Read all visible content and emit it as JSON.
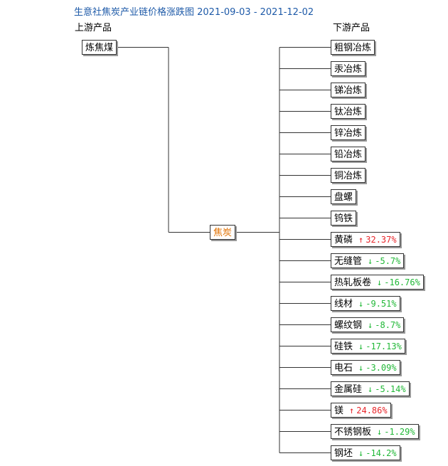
{
  "title": "生意社焦炭产业链价格涨跌图 2021-09-03 - 2021-12-02",
  "upstream_heading": "上游产品",
  "downstream_heading": "下游产品",
  "upstream": [
    {
      "name": "炼焦煤"
    }
  ],
  "center": {
    "name": "焦炭"
  },
  "downstream": [
    {
      "name": "粗钢冶炼"
    },
    {
      "name": "汞冶炼"
    },
    {
      "name": "锑冶炼"
    },
    {
      "name": "钛冶炼"
    },
    {
      "name": "锌冶炼"
    },
    {
      "name": "铅冶炼"
    },
    {
      "name": "铜冶炼"
    },
    {
      "name": "盘螺"
    },
    {
      "name": "钨铁"
    },
    {
      "name": "黄磷",
      "change": "32.37%",
      "direction": "up"
    },
    {
      "name": "无缝管",
      "change": "-5.7%",
      "direction": "down"
    },
    {
      "name": "热轧板卷",
      "change": "-16.76%",
      "direction": "down"
    },
    {
      "name": "线材",
      "change": "-9.51%",
      "direction": "down"
    },
    {
      "name": "螺纹钢",
      "change": "-8.7%",
      "direction": "down"
    },
    {
      "name": "硅铁",
      "change": "-17.13%",
      "direction": "down"
    },
    {
      "name": "电石",
      "change": "-3.09%",
      "direction": "down"
    },
    {
      "name": "金属硅",
      "change": "-5.14%",
      "direction": "down"
    },
    {
      "name": "镁",
      "change": "24.86%",
      "direction": "up"
    },
    {
      "name": "不锈钢板",
      "change": "-1.29%",
      "direction": "down"
    },
    {
      "name": "钢坯",
      "change": "-14.2%",
      "direction": "down"
    }
  ],
  "colors": {
    "up": "#e8262b",
    "down": "#21b837",
    "title": "#1e5aa8",
    "center": "#e07000"
  }
}
